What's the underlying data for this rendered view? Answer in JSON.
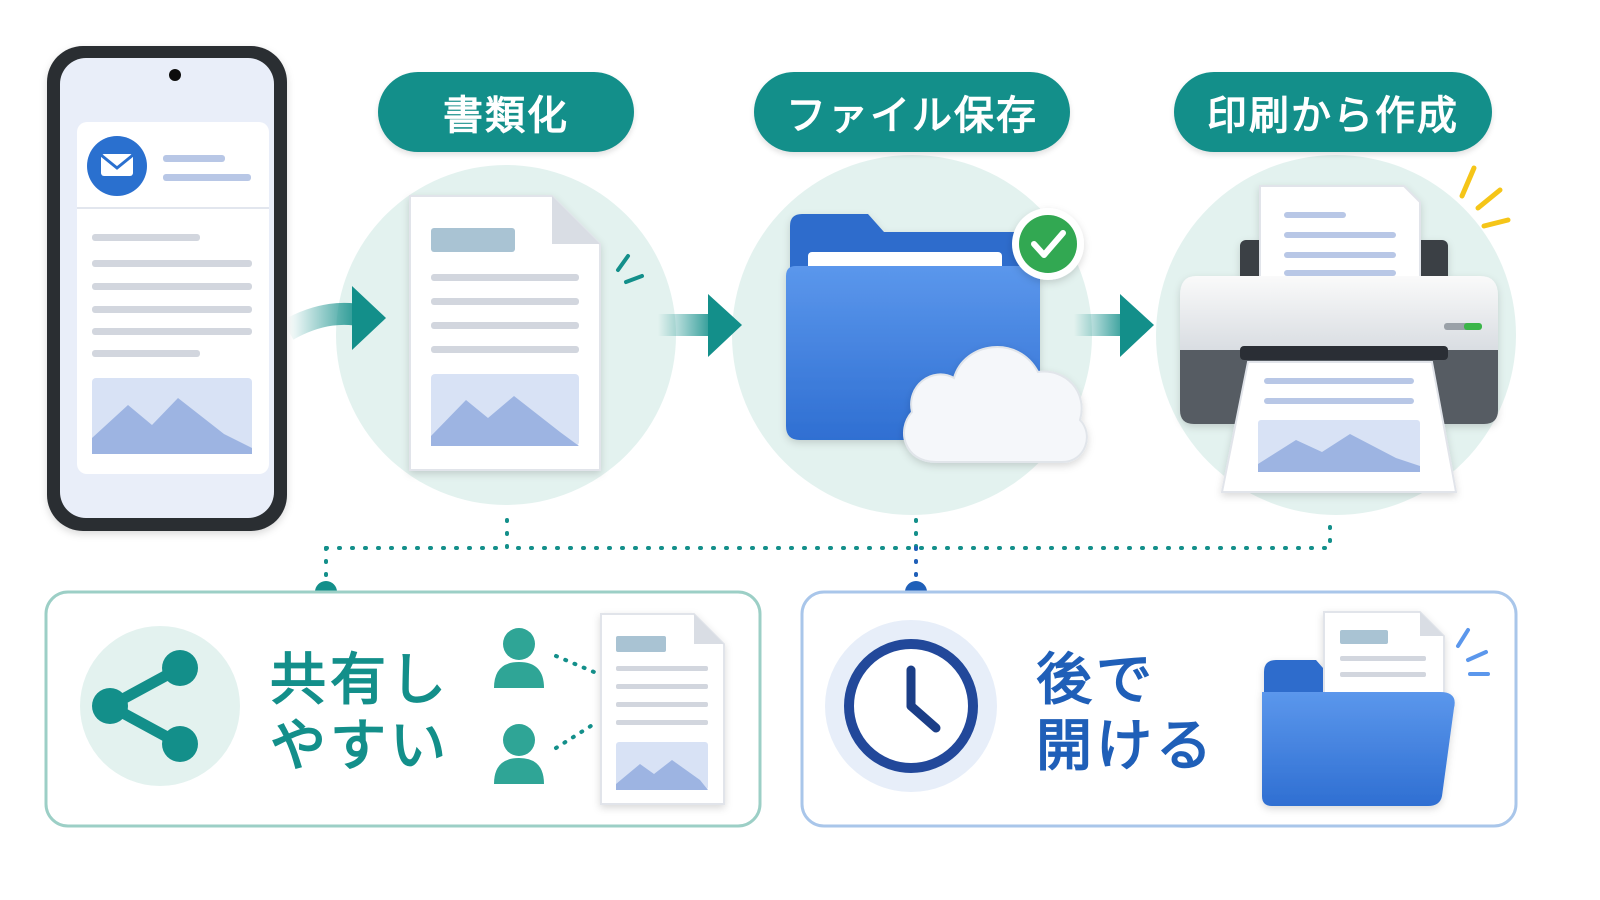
{
  "steps": [
    {
      "label": "書類化"
    },
    {
      "label": "ファイル保存"
    },
    {
      "label": "印刷から作成"
    }
  ],
  "benefits": [
    {
      "line1": "共有し",
      "line2": "やすい"
    },
    {
      "line1": "後で",
      "line2": "開ける"
    }
  ],
  "colors": {
    "teal": "#138f8a",
    "teal_light": "#e3f2ef",
    "blue": "#1f5fb8",
    "folder_blue": "#3d7fe0",
    "check_green": "#32a852",
    "spark_yellow": "#f5c518"
  },
  "icons": [
    "phone-icon",
    "mail-icon",
    "document-icon",
    "folder-icon",
    "cloud-icon",
    "check-icon",
    "printer-icon",
    "share-icon",
    "user-icon",
    "clock-icon"
  ]
}
